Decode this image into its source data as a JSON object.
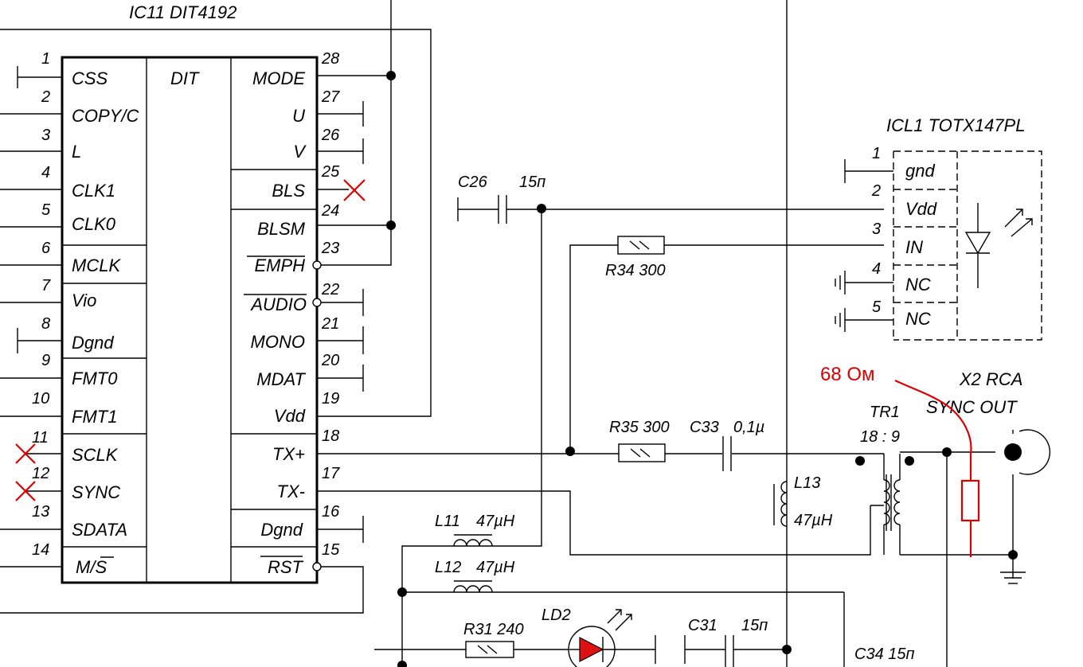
{
  "ic11": {
    "title": "IC11 DIT4192",
    "core_label": "DIT",
    "left_pins": [
      {
        "num": "1",
        "name": "CSS"
      },
      {
        "num": "2",
        "name": "COPY/C"
      },
      {
        "num": "3",
        "name": "L"
      },
      {
        "num": "4",
        "name": "CLK1"
      },
      {
        "num": "5",
        "name": "CLK0"
      },
      {
        "num": "6",
        "name": "MCLK"
      },
      {
        "num": "7",
        "name": "Vio"
      },
      {
        "num": "8",
        "name": "Dgnd"
      },
      {
        "num": "9",
        "name": "FMT0"
      },
      {
        "num": "10",
        "name": "FMT1"
      },
      {
        "num": "11",
        "name": "SCLK"
      },
      {
        "num": "12",
        "name": "SYNC"
      },
      {
        "num": "13",
        "name": "SDATA"
      },
      {
        "num": "14",
        "name": "M/S"
      }
    ],
    "right_pins": [
      {
        "num": "28",
        "name": "MODE"
      },
      {
        "num": "27",
        "name": "U"
      },
      {
        "num": "26",
        "name": "V"
      },
      {
        "num": "25",
        "name": "BLS"
      },
      {
        "num": "24",
        "name": "BLSM"
      },
      {
        "num": "23",
        "name": "EMPH"
      },
      {
        "num": "22",
        "name": "AUDIO"
      },
      {
        "num": "21",
        "name": "MONO"
      },
      {
        "num": "20",
        "name": "MDAT"
      },
      {
        "num": "19",
        "name": "Vdd"
      },
      {
        "num": "18",
        "name": "TX+"
      },
      {
        "num": "17",
        "name": "TX-"
      },
      {
        "num": "16",
        "name": "Dgnd"
      },
      {
        "num": "15",
        "name": "RST"
      }
    ]
  },
  "icl1": {
    "title": "ICL1  TOTX147PL",
    "pins": [
      {
        "num": "1",
        "name": "gnd"
      },
      {
        "num": "2",
        "name": "Vdd"
      },
      {
        "num": "3",
        "name": "IN"
      },
      {
        "num": "4",
        "name": "NC"
      },
      {
        "num": "5",
        "name": "NC"
      }
    ]
  },
  "components": {
    "c26": "C26",
    "c26_val": "15п",
    "r34": "R34  300",
    "r35": "R35 300",
    "c33": "C33",
    "c33_val": "0,1µ",
    "l13": "L13",
    "l13_val": "47µH",
    "tr1": "TR1",
    "tr1_ratio": "18 : 9",
    "l11": "L11",
    "l11_val": "47µH",
    "l12": "L12",
    "l12_val": "47µH",
    "r31": "R31 240",
    "ld2": "LD2",
    "c31": "C31",
    "c31_val": "15п",
    "c34": "C34 15п",
    "x2_title": "X2 RCA",
    "x2_sub": "SYNC OUT"
  },
  "annotation": {
    "text": "68 Ом",
    "color": "#dd0000"
  }
}
